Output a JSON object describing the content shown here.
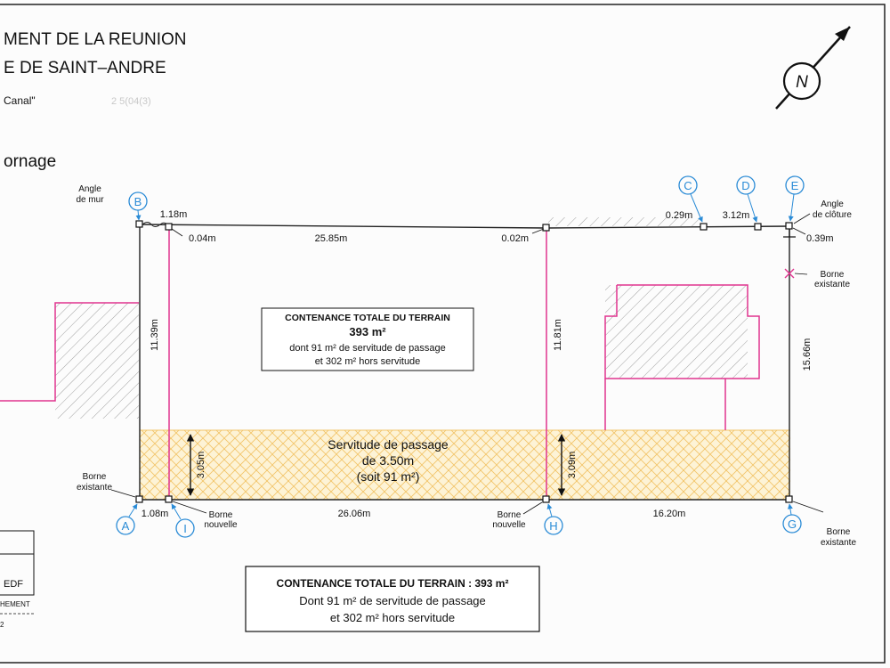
{
  "header": {
    "line1": "MENT DE LA REUNION",
    "line2": "E DE SAINT–ANDRE",
    "line3": "Canal\"",
    "blurred_ref": "2 5(04(3)",
    "section": "ornage"
  },
  "compass_letter": "N",
  "points": {
    "A": "A",
    "B": "B",
    "C": "C",
    "D": "D",
    "E": "E",
    "G": "G",
    "H": "H",
    "I": "I"
  },
  "notes": {
    "angle_mur": [
      "Angle",
      "de mur"
    ],
    "angle_cloture": [
      "Angle",
      "de clôture"
    ],
    "borne_existante": [
      "Borne",
      "existante"
    ],
    "borne_nouvelle": [
      "Borne",
      "nouvelle"
    ]
  },
  "dimensions": {
    "top_1": "1.18m",
    "top_2": "0.04m",
    "top_3": "25.85m",
    "top_4": "0.02m",
    "top_5": "0.29m",
    "top_6": "3.12m",
    "top_7": "0.39m",
    "left_vert": "11.39m",
    "mid_vert": "11.81m",
    "right_vert": "15.66m",
    "serv_left": "3.05m",
    "serv_mid": "3.09m",
    "bottom_1": "1.08m",
    "bottom_2": "26.06m",
    "bottom_3": "16.20m"
  },
  "box_inner": {
    "title": "CONTENANCE TOTALE DU TERRAIN",
    "area": "393 m²",
    "line1": "dont 91 m² de servitude de passage",
    "line2": "et 302 m² hors servitude"
  },
  "servitude": {
    "line1": "Servitude de passage",
    "line2": "de 3.50m",
    "line3": "(soit 91 m²)"
  },
  "box_bottom": {
    "title": "CONTENANCE TOTALE DU TERRAIN : 393 m²",
    "line1": "Dont 91 m² de servitude de passage",
    "line2": "et 302 m² hors servitude"
  },
  "legend": {
    "edf": "EDF",
    "hement": "HEMENT",
    "two": "2"
  },
  "colors": {
    "pink": "#e0358f",
    "blue": "#2a8bd6",
    "servitude_fill": "#fdf3d6",
    "servitude_hatch": "#f2c46a",
    "hatch_grey": "#9a9a9a"
  }
}
